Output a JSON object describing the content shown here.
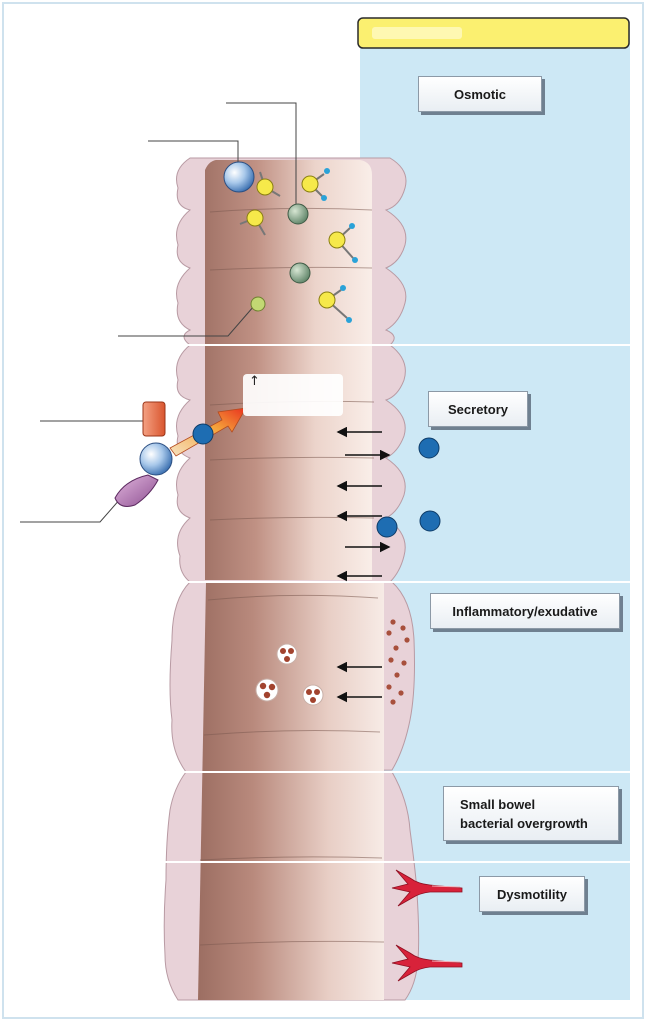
{
  "mechanisms": [
    {
      "id": "osmotic",
      "label": "Osmotic"
    },
    {
      "id": "secretory",
      "label": "Secretory"
    },
    {
      "id": "inflammatory",
      "label": "Inflammatory/exudative"
    },
    {
      "id": "bacterial",
      "label": "Small bowel\nbacterial overgrowth"
    },
    {
      "id": "dysmotility",
      "label": "Dysmotility"
    }
  ],
  "increase_symbol": "↑",
  "colors": {
    "panel_blue": "#cde8f5",
    "header_yellow": "#fbf070",
    "bowel_wall": "#e8d2d8",
    "lumen_dark": "#9a6e62",
    "lumen_light": "#f9ece6",
    "solute_yellow": "#f6e94a",
    "ion_blue": "#1e6db2",
    "vessel_red": "#d8223a"
  }
}
